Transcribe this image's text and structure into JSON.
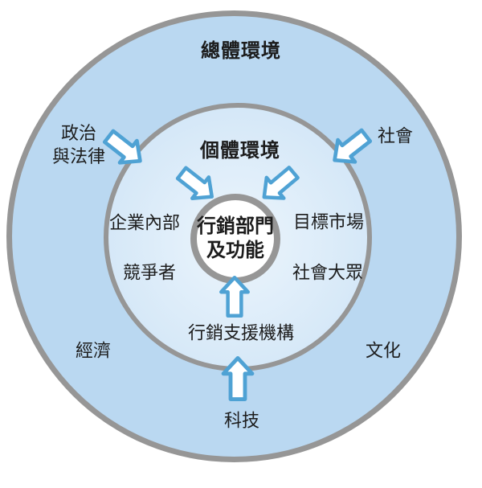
{
  "diagram": {
    "title_outer": "總體環境",
    "title_middle": "個體環境",
    "center": {
      "line1": "行銷部門",
      "line2": "及功能"
    },
    "macro_labels": {
      "politics_line1": "政治",
      "politics_line2": "與法律",
      "society": "社會",
      "economy": "經濟",
      "culture": "文化",
      "technology": "科技"
    },
    "micro_labels": {
      "internal": "企業內部",
      "competitors": "競爭者",
      "target_market": "目標市場",
      "public": "社會大眾",
      "support": "行銷支援機構"
    },
    "colors": {
      "outer_ring_fill": "#bad8f1",
      "middle_ring_fill": "#d2e6f7",
      "middle_ring_center": "#ecf5fc",
      "center_fill": "#ffffff",
      "ring_border": "#969696",
      "arrow_fill": "#ffffff",
      "arrow_stroke": "#4fa2d4"
    }
  }
}
